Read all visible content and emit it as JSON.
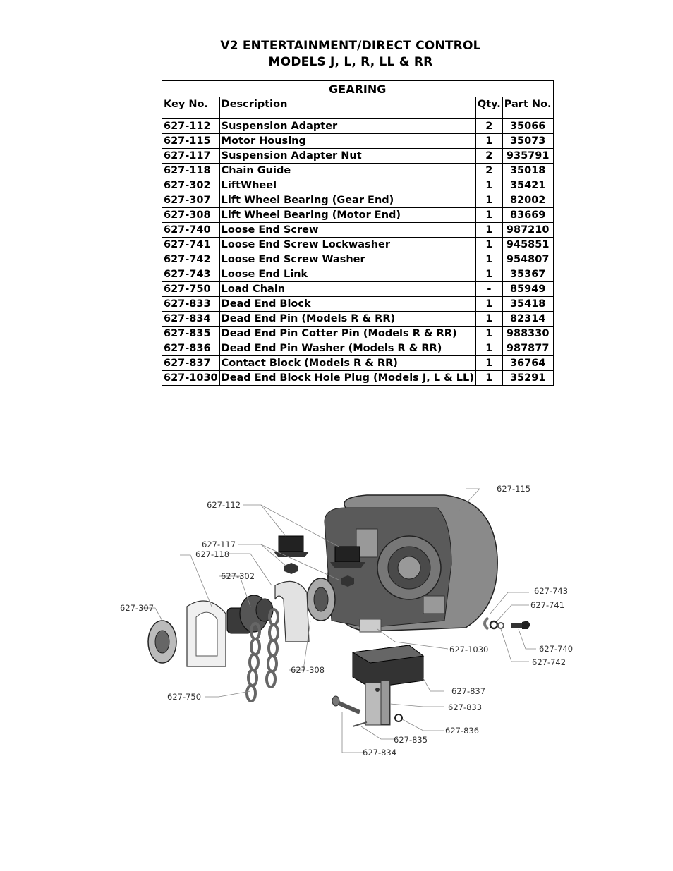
{
  "header": {
    "line1": "V2 ENTERTAINMENT/DIRECT CONTROL",
    "line2": "MODELS J, L, R, LL & RR"
  },
  "table": {
    "section_title": "GEARING",
    "columns": [
      "Key No.",
      "Description",
      "Qty.",
      "Part No."
    ],
    "rows": [
      {
        "key": "627-112",
        "desc": "Suspension Adapter",
        "qty": "2",
        "part": "35066"
      },
      {
        "key": "627-115",
        "desc": "Motor Housing",
        "qty": "1",
        "part": "35073"
      },
      {
        "key": "627-117",
        "desc": "Suspension Adapter Nut",
        "qty": "2",
        "part": "935791"
      },
      {
        "key": "627-118",
        "desc": "Chain Guide",
        "qty": "2",
        "part": "35018"
      },
      {
        "key": "627-302",
        "desc": "LiftWheel",
        "qty": "1",
        "part": "35421"
      },
      {
        "key": "627-307",
        "desc": "Lift Wheel Bearing (Gear End)",
        "qty": "1",
        "part": "82002"
      },
      {
        "key": "627-308",
        "desc": "Lift Wheel Bearing (Motor End)",
        "qty": "1",
        "part": "83669"
      },
      {
        "key": "627-740",
        "desc": "Loose End Screw",
        "qty": "1",
        "part": "987210"
      },
      {
        "key": "627-741",
        "desc": "Loose End Screw Lockwasher",
        "qty": "1",
        "part": "945851"
      },
      {
        "key": "627-742",
        "desc": "Loose End Screw Washer",
        "qty": "1",
        "part": "954807"
      },
      {
        "key": "627-743",
        "desc": "Loose End Link",
        "qty": "1",
        "part": "35367"
      },
      {
        "key": "627-750",
        "desc": "Load Chain",
        "qty": "-",
        "part": "85949"
      },
      {
        "key": "627-833",
        "desc": "Dead End Block",
        "qty": "1",
        "part": "35418"
      },
      {
        "key": "627-834",
        "desc": "Dead End Pin (Models R & RR)",
        "qty": "1",
        "part": "82314"
      },
      {
        "key": "627-835",
        "desc": "Dead End Pin Cotter Pin (Models R & RR)",
        "qty": "1",
        "part": "988330"
      },
      {
        "key": "627-836",
        "desc": "Dead End Pin Washer (Models R & RR)",
        "qty": "1",
        "part": "987877"
      },
      {
        "key": "627-837",
        "desc": "Contact Block (Models R & RR)",
        "qty": "1",
        "part": "36764"
      },
      {
        "key": "627-1030",
        "desc": "Dead End Block Hole Plug (Models J, L & LL)",
        "qty": "1",
        "part": "35291"
      }
    ]
  },
  "diagram_labels": {
    "l112": "627-112",
    "l115": "627-115",
    "l117": "627-117",
    "l118": "627-118",
    "l302": "627-302",
    "l307": "627-307",
    "l743": "627-743",
    "l741": "627-741",
    "l1030": "627-1030",
    "l740": "627-740",
    "l742": "627-742",
    "l308": "627-308",
    "l750": "627-750",
    "l837": "627-837",
    "l833": "627-833",
    "l836": "627-836",
    "l835": "627-835",
    "l834": "627-834"
  }
}
